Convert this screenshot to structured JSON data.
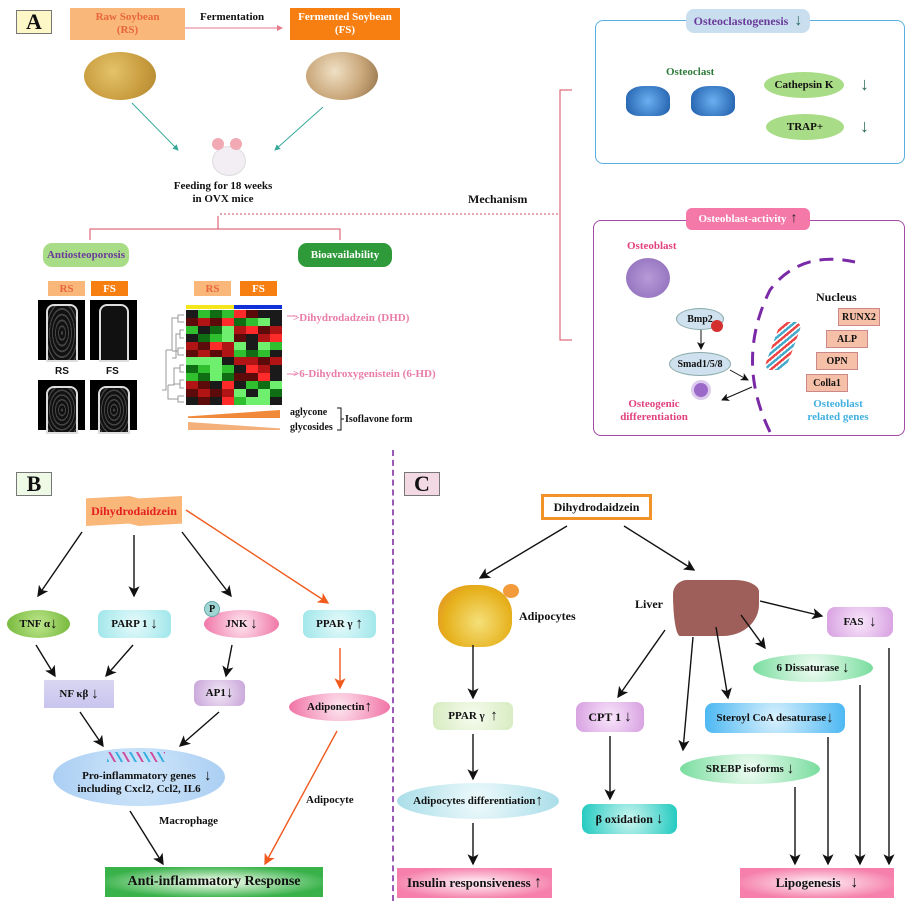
{
  "panelA": {
    "label": "A",
    "raw_soybean": "Raw Soybean\n(RS)",
    "raw_soybean_l1": "Raw Soybean",
    "raw_soybean_l2": "(RS)",
    "fermentation": "Fermentation",
    "fermented_soybean_l1": "Fermented Soybean",
    "fermented_soybean_l2": "(FS)",
    "feeding_l1": "Feeding for 18 weeks",
    "feeding_l2": "in OVX mice",
    "mechanism": "Mechanism",
    "antiosteoporosis": "Antiosteoporosis",
    "bioavailability": "Bioavailability",
    "bone_tags": [
      "RS",
      "FS"
    ],
    "bone_labels": [
      "RS",
      "FS"
    ],
    "heatmap_tags": [
      "RS",
      "FS"
    ],
    "dhd_label": ">Dihydrodadzein (DHD)",
    "hd_label": ">6-Dihydroxygenistein (6-HD)",
    "aglycone": "aglycone",
    "glycosides": "glycosides",
    "isoflavone_form": "Isoflavone form",
    "osteoclastogenesis": {
      "title": "Osteoclastogenesis",
      "direction": "↓",
      "cell_label": "Osteoclast",
      "markers": [
        {
          "name": "Cathepsin K",
          "direction": "↓"
        },
        {
          "name": "TRAP+",
          "direction": "↓"
        }
      ]
    },
    "osteoblast": {
      "title": "Osteoblast-activity",
      "direction": "↑",
      "cell_label": "Osteoblast",
      "bmp2": "Bmp2",
      "smad": "Smad1/5/8",
      "nucleus": "Nucleus",
      "genes": [
        "RUNX2",
        "ALP",
        "OPN",
        "Colla1"
      ],
      "diff_l1": "Osteogenic",
      "diff_l2": "differentiation",
      "genes_l1": "Osteoblast",
      "genes_l2": "related genes"
    }
  },
  "panelB": {
    "label": "B",
    "source": "Dihydrodaidzein",
    "tnf": "TNF α",
    "parp": "PARP 1",
    "jnk": "JNK",
    "p_badge": "P",
    "ppar": "PPAR γ",
    "nfkb": "NF κβ",
    "ap1": "AP1",
    "adiponectin": "Adiponectin",
    "genes_l1": "Pro-inflammatory genes",
    "genes_l2": "including Cxcl2, Ccl2, IL6",
    "macrophage": "Macrophage",
    "adipocyte": "Adipocyte",
    "result": "Anti-inflammatory Response",
    "down": "↓",
    "up": "↑"
  },
  "panelC": {
    "label": "C",
    "source": "Dihydrodaidzein",
    "adipocytes": "Adipocytes",
    "liver": "Liver",
    "ppar": "PPAR γ",
    "adipo_diff": "Adipocytes differentiation",
    "insulin": "Insulin responsiveness",
    "cpt1": "CPT 1",
    "beta_ox": "β oxidation",
    "fas": "FAS",
    "dissaturase": "6 Dissaturase",
    "steroyl": "Steroyl CoA desaturase",
    "srebp": "SREBP isoforms",
    "lipogenesis": "Lipogenesis",
    "down": "↓",
    "up": "↑"
  },
  "colors": {
    "rs_orange": "#f9b77a",
    "fs_orange": "#f77f12",
    "osteoclast_border": "#5aaee0",
    "osteoblast_border": "#a24aa4",
    "pink_accent": "#ee5f9a",
    "green_dark": "#2f9a3a",
    "green_light": "#a9dc86",
    "red_bracket": "#d44b5c"
  }
}
